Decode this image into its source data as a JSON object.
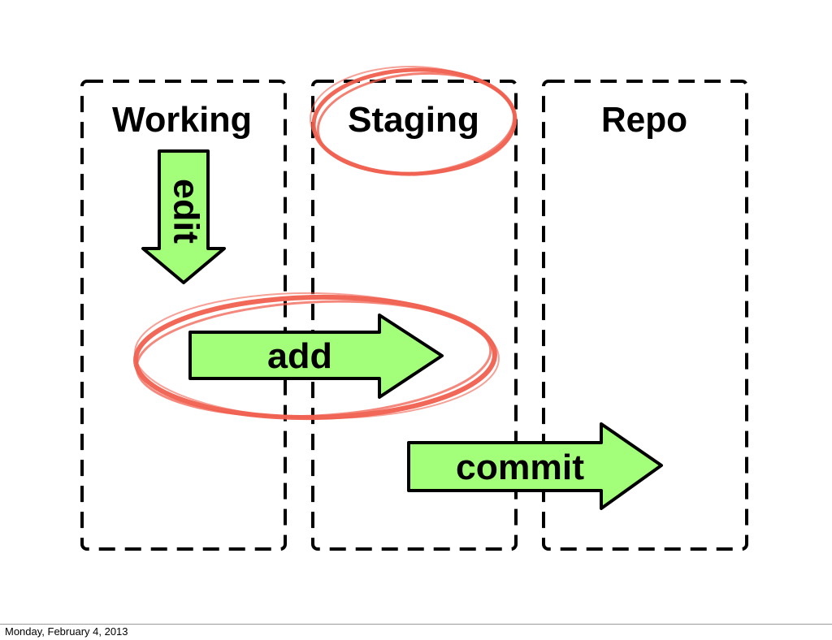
{
  "columns": {
    "working": "Working",
    "staging": "Staging",
    "repo": "Repo"
  },
  "arrows": {
    "edit": "edit",
    "add": "add",
    "commit": "commit"
  },
  "colors": {
    "arrow_fill": "#a3ff7a",
    "highlight_ring": "#f06050",
    "box_stroke": "#000000"
  },
  "footer": {
    "date": "Monday, February 4, 2013"
  }
}
